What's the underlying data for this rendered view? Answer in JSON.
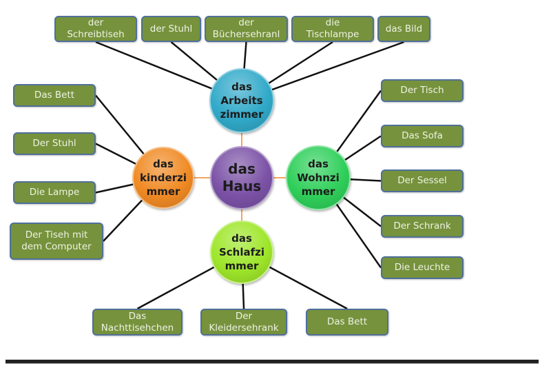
{
  "center": {
    "label": "das\nHaus",
    "color": "#7b52a6"
  },
  "rooms": [
    {
      "id": "arbeitszimmer",
      "label": "das\nArbeits\nzimmer",
      "color": "#31a9c9",
      "items": [
        "der\nSchreibtiseh",
        "der Stuhl",
        "der\nBüchersehranl",
        "die\nTischlampe",
        "das Bild"
      ]
    },
    {
      "id": "kinderzimmer",
      "label": "das\nkinderzi\nmmer",
      "color": "#f08a24",
      "items": [
        "Das Bett",
        "Der Stuhl",
        "Die Lampe",
        "Der Tiseh mit\ndem Computer"
      ]
    },
    {
      "id": "wohnzimmer",
      "label": "das\nWohnzi\nmmer",
      "color": "#2fcf5a",
      "items": [
        "Der Tisch",
        "Das Sofa",
        "Der Sessel",
        "Der Schrank",
        "Die Leuchte"
      ]
    },
    {
      "id": "schlafzimmer",
      "label": "das\nSchlafzi\nmmer",
      "color": "#9ee62a",
      "items": [
        "Das\nNachttisehchen",
        "Der\nKleidersehrank",
        "Das Bett"
      ]
    }
  ],
  "colors": {
    "item_box": "#76923c",
    "item_border": "#4f6f9a",
    "hub_connector": "#f4a460",
    "leaf_connector": "#111111"
  }
}
